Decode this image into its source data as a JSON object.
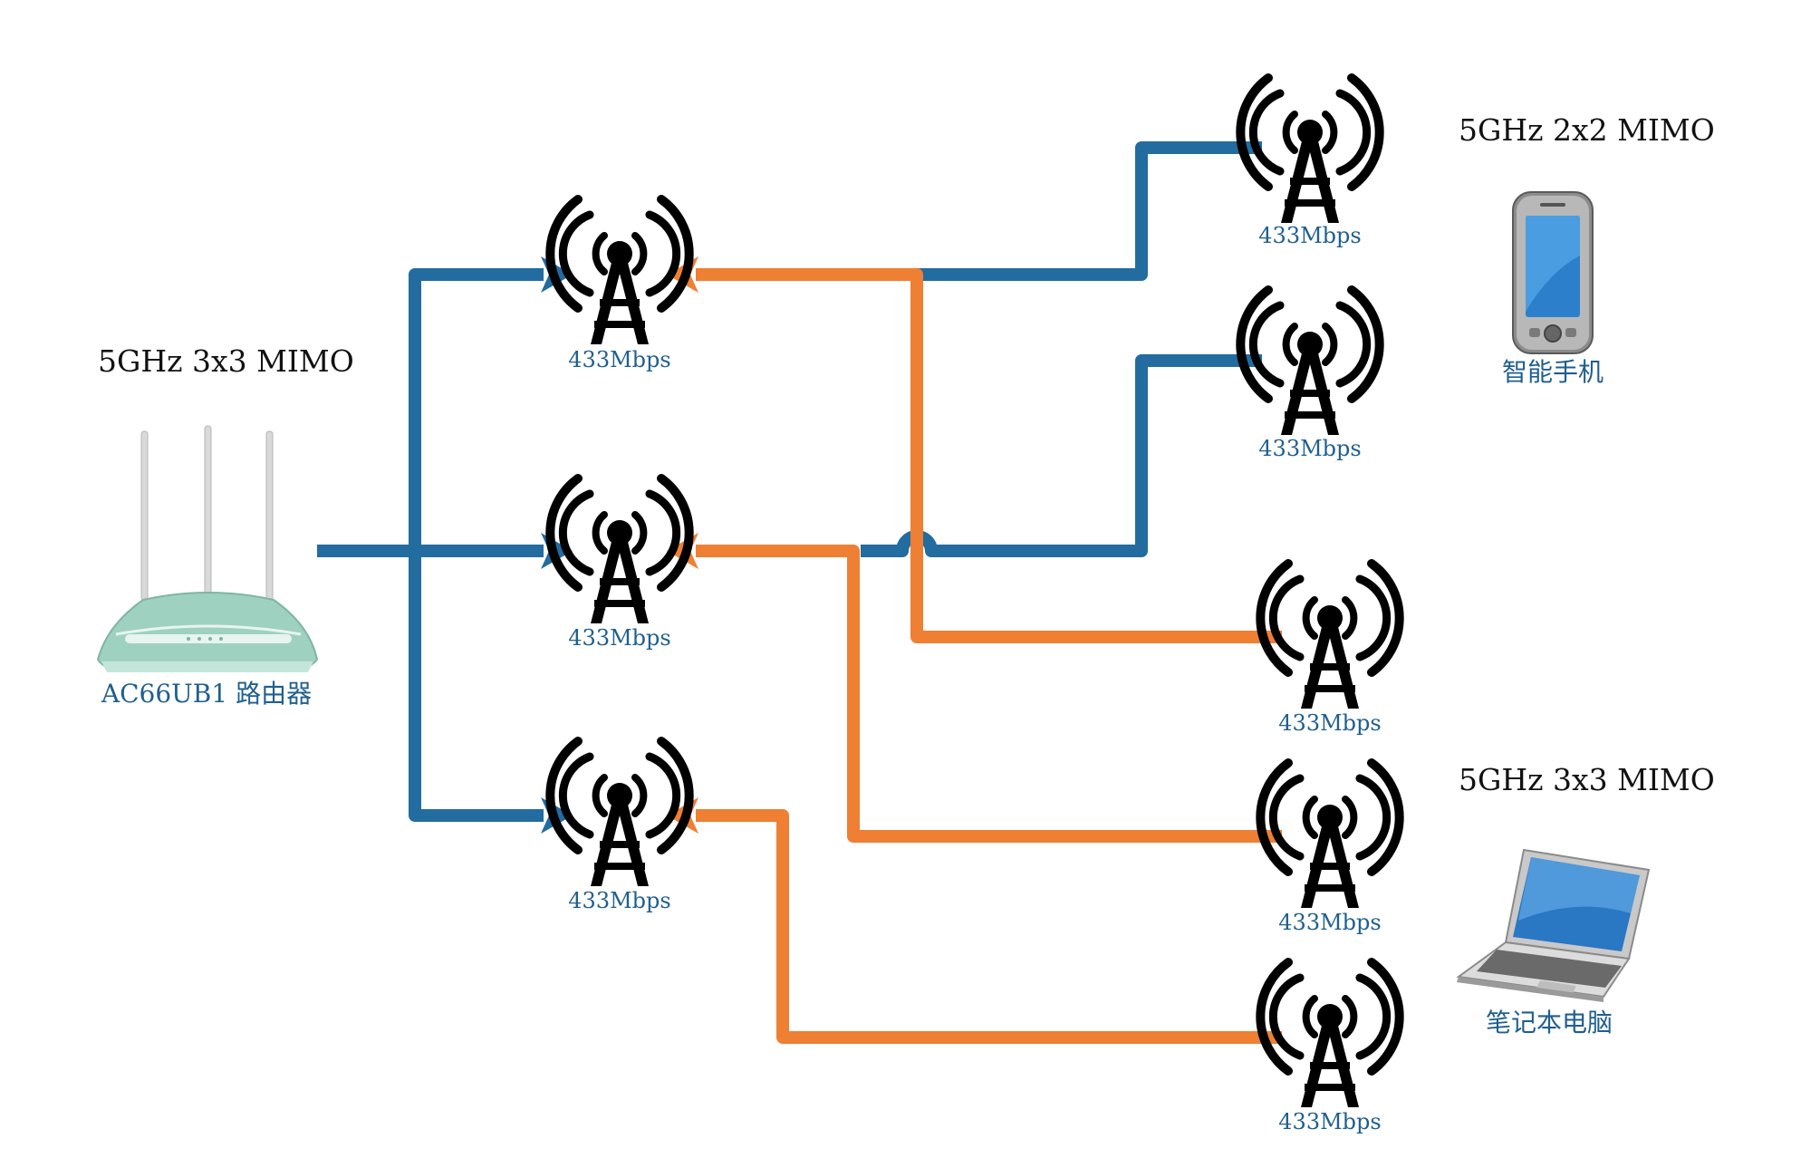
{
  "colors": {
    "blue_link": "#226ca0",
    "orange_link": "#ef7f33",
    "antenna": "#000000",
    "label_text": "#1f5f8f",
    "title_text": "#111111",
    "router_body": "#9fd1c0"
  },
  "router": {
    "spec": "5GHz 3x3 MIMO",
    "label": "AC66UB1 路由器",
    "icon": "router-icon"
  },
  "router_antennas": [
    {
      "id": "r1",
      "rate": "433Mbps",
      "icon": "antenna-tower-icon"
    },
    {
      "id": "r2",
      "rate": "433Mbps",
      "icon": "antenna-tower-icon"
    },
    {
      "id": "r3",
      "rate": "433Mbps",
      "icon": "antenna-tower-icon"
    }
  ],
  "phone": {
    "spec": "5GHz 2x2 MIMO",
    "label": "智能手机",
    "icon": "smartphone-icon",
    "antennas": [
      {
        "id": "p1",
        "rate": "433Mbps",
        "icon": "antenna-tower-icon"
      },
      {
        "id": "p2",
        "rate": "433Mbps",
        "icon": "antenna-tower-icon"
      }
    ]
  },
  "laptop": {
    "spec": "5GHz 3x3 MIMO",
    "label": "笔记本电脑",
    "icon": "laptop-icon",
    "antennas": [
      {
        "id": "l1",
        "rate": "433Mbps",
        "icon": "antenna-tower-icon"
      },
      {
        "id": "l2",
        "rate": "433Mbps",
        "icon": "antenna-tower-icon"
      },
      {
        "id": "l3",
        "rate": "433Mbps",
        "icon": "antenna-tower-icon"
      }
    ]
  },
  "links": [
    {
      "name": "router-to-r1",
      "from": "router",
      "to": "r1",
      "color": "blue_link"
    },
    {
      "name": "router-to-r2",
      "from": "router",
      "to": "r2",
      "color": "blue_link"
    },
    {
      "name": "router-to-r3",
      "from": "router",
      "to": "r3",
      "color": "blue_link"
    },
    {
      "name": "p1-to-r1",
      "from": "p1",
      "to": "r1",
      "color": "blue_link"
    },
    {
      "name": "p2-to-r2",
      "from": "p2",
      "to": "r2",
      "color": "blue_link"
    },
    {
      "name": "l1-to-r1",
      "from": "l1",
      "to": "r1",
      "color": "orange_link"
    },
    {
      "name": "l2-to-r2",
      "from": "l2",
      "to": "r2",
      "color": "orange_link"
    },
    {
      "name": "l3-to-r3",
      "from": "l3",
      "to": "r3",
      "color": "orange_link"
    }
  ]
}
